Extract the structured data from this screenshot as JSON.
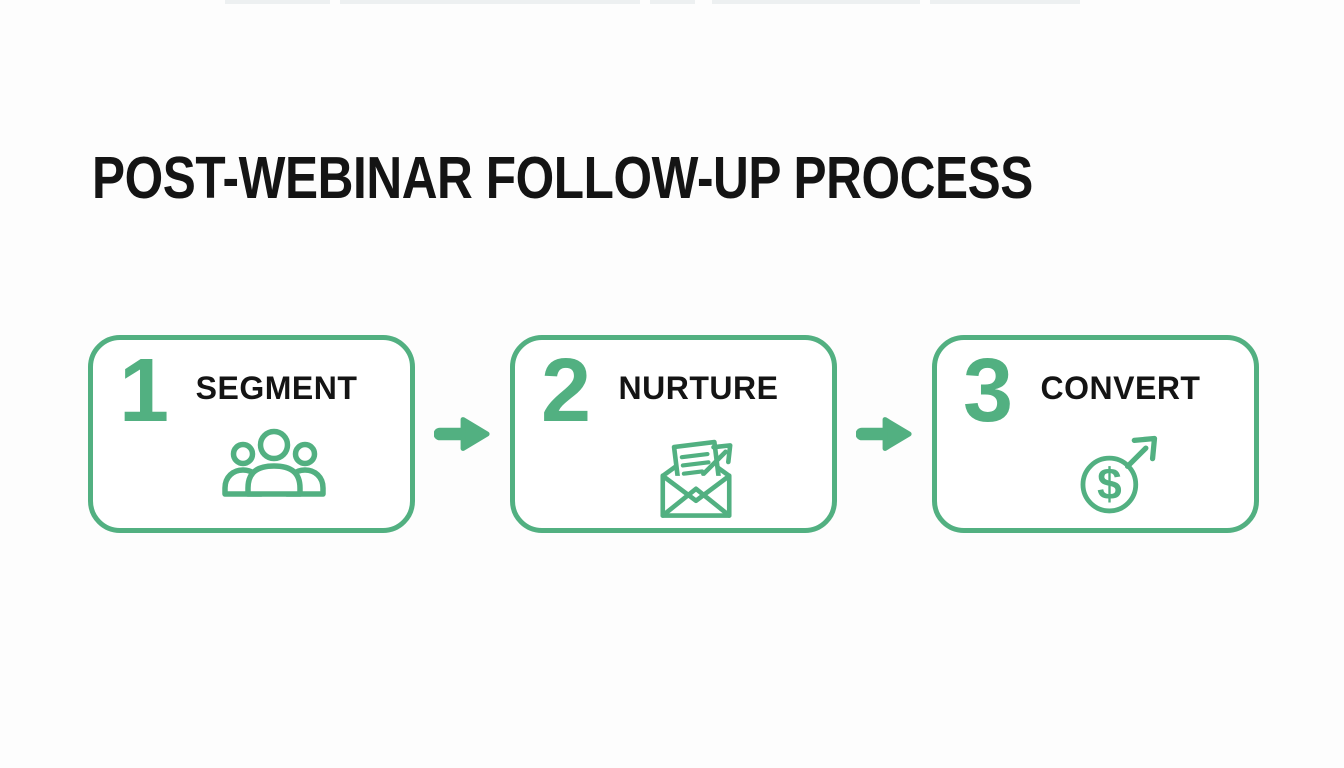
{
  "theme": {
    "background": "#fdfdfd",
    "accent_green": "#52b081",
    "ink": "#141414",
    "card_background": "#ffffff"
  },
  "title": "POST-WEBINAR FOLLOW-UP PROCESS",
  "steps": [
    {
      "number": "1",
      "label": "SEGMENT",
      "icon": "audience-group-icon"
    },
    {
      "number": "2",
      "label": "NURTURE",
      "icon": "email-outreach-icon"
    },
    {
      "number": "3",
      "label": "CONVERT",
      "icon": "dollar-growth-icon"
    }
  ],
  "connectors": [
    {
      "icon": "arrow-right-icon"
    },
    {
      "icon": "arrow-right-icon"
    }
  ]
}
